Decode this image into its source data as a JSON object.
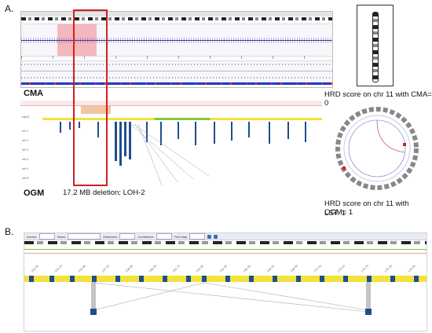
{
  "panel_a": {
    "letter": "A.",
    "cma": {
      "label": "CMA",
      "track_colors": {
        "deletion": "#f4b7bd",
        "probe": "#3b3b9a",
        "baf_red": "#e8322e",
        "baf_blue": "#1f3cc8"
      }
    },
    "ogm": {
      "label": "OGM",
      "track_rows": [
        "Hg19",
        "ref 1",
        "ref 2",
        "ref 3",
        "ref 4",
        "ref 5",
        "ref 6"
      ],
      "reference_color": "#f3e23b",
      "molecule_color": "#1f4e8c",
      "deletion_caption": "17.2 MB deletion; LOH-2"
    },
    "hrd": {
      "cma_text": "HRD score on chr 11 with CMA= 0",
      "ogm_text": "HRD score on chr 11 with OGM= 1",
      "lst_text": "LST: 1"
    },
    "highlight_color": "#d21f1f"
  },
  "panel_b": {
    "letter": "B.",
    "toolbar": {
      "items": [
        "Anchor",
        "Name",
        "Molecules",
        "Confidence",
        "Find Map"
      ]
    },
    "reference_color": "#f3e23b",
    "label_color": "#1f4e8c"
  }
}
